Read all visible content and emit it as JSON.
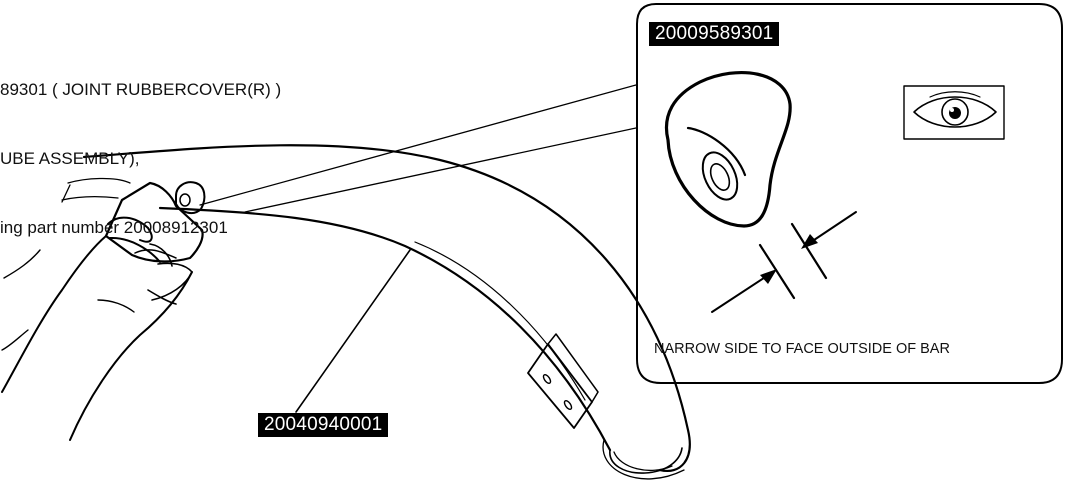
{
  "note_lines": [
    "89301 ( JOINT RUBBERCOVER(R) )",
    "UBE ASSEMBLY),",
    "ing part number 20008912301"
  ],
  "part_labels": {
    "rubber_cover": "20009589301",
    "tube_assembly": "20040940001"
  },
  "detail_caption": "NARROW SIDE TO FACE OUTSIDE OF BAR",
  "icons": [
    "eye-inspection-icon",
    "dimension-arrow-icon"
  ],
  "colors": {
    "line": "#000000",
    "label_background": "#000000",
    "label_text": "#ffffff"
  }
}
